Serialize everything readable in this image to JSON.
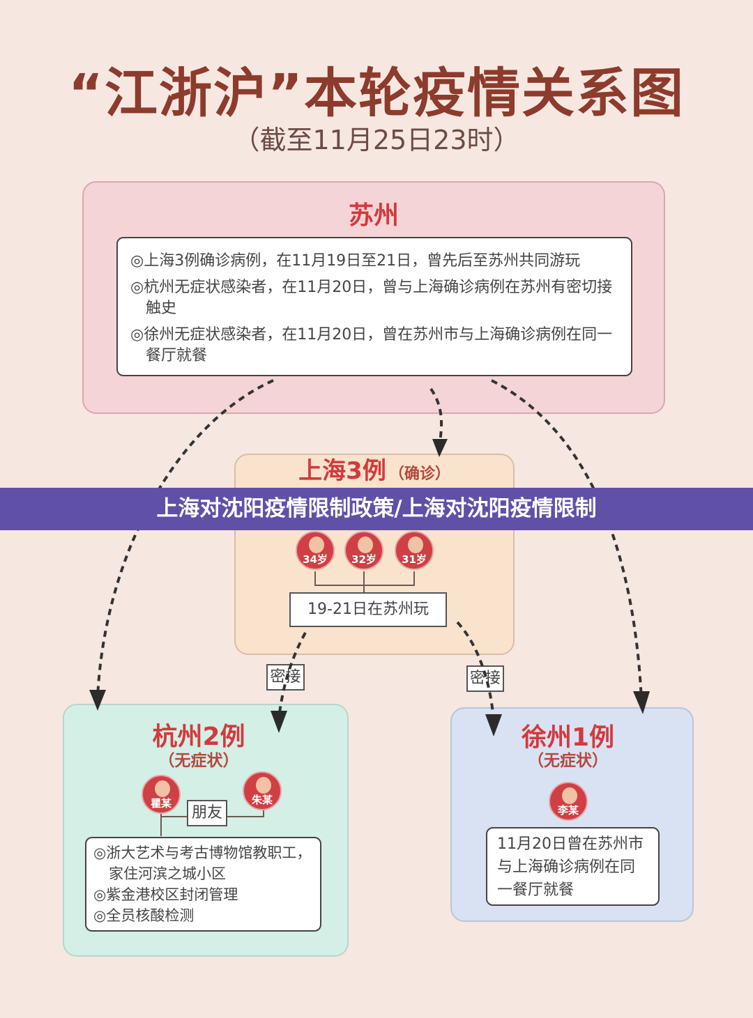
{
  "title": "“江浙沪”本轮疫情关系图",
  "subtitle": "（截至11月25日23时）",
  "suzhou": {
    "title": "苏州",
    "items": [
      "◎上海3例确诊病例，在11月19日至21日，曾先后至苏州共同游玩",
      "◎杭州无症状感染者，在11月20日，曾与上海确诊病例在苏州有密切接触史",
      "◎徐州无症状感染者，在11月20日，曾在苏州市与上海确诊病例在同一餐厅就餐"
    ]
  },
  "shanghai": {
    "title": "上海3例",
    "subtitle": "（确诊）",
    "ages": [
      "34岁",
      "32岁",
      "31岁"
    ],
    "note": "19-21日在苏州玩"
  },
  "close_contact_labels": [
    "密接",
    "密接"
  ],
  "hangzhou": {
    "title": "杭州2例",
    "subtitle": "（无症状）",
    "people": [
      "瞿某",
      "朱某"
    ],
    "relation": "朋友",
    "items": [
      "◎浙大艺术与考古博物馆教职工，家住河滨之城小区",
      "◎紫金港校区封闭管理",
      "◎全员核酸检测"
    ]
  },
  "xuzhou": {
    "title": "徐州1例",
    "subtitle": "（无症状）",
    "person": "李某",
    "note": "11月20日曾在苏州市与上海确诊病例在同一餐厅就餐"
  },
  "banner": "上海对沈阳疫情限制政策/上海对沈阳疫情限制"
}
